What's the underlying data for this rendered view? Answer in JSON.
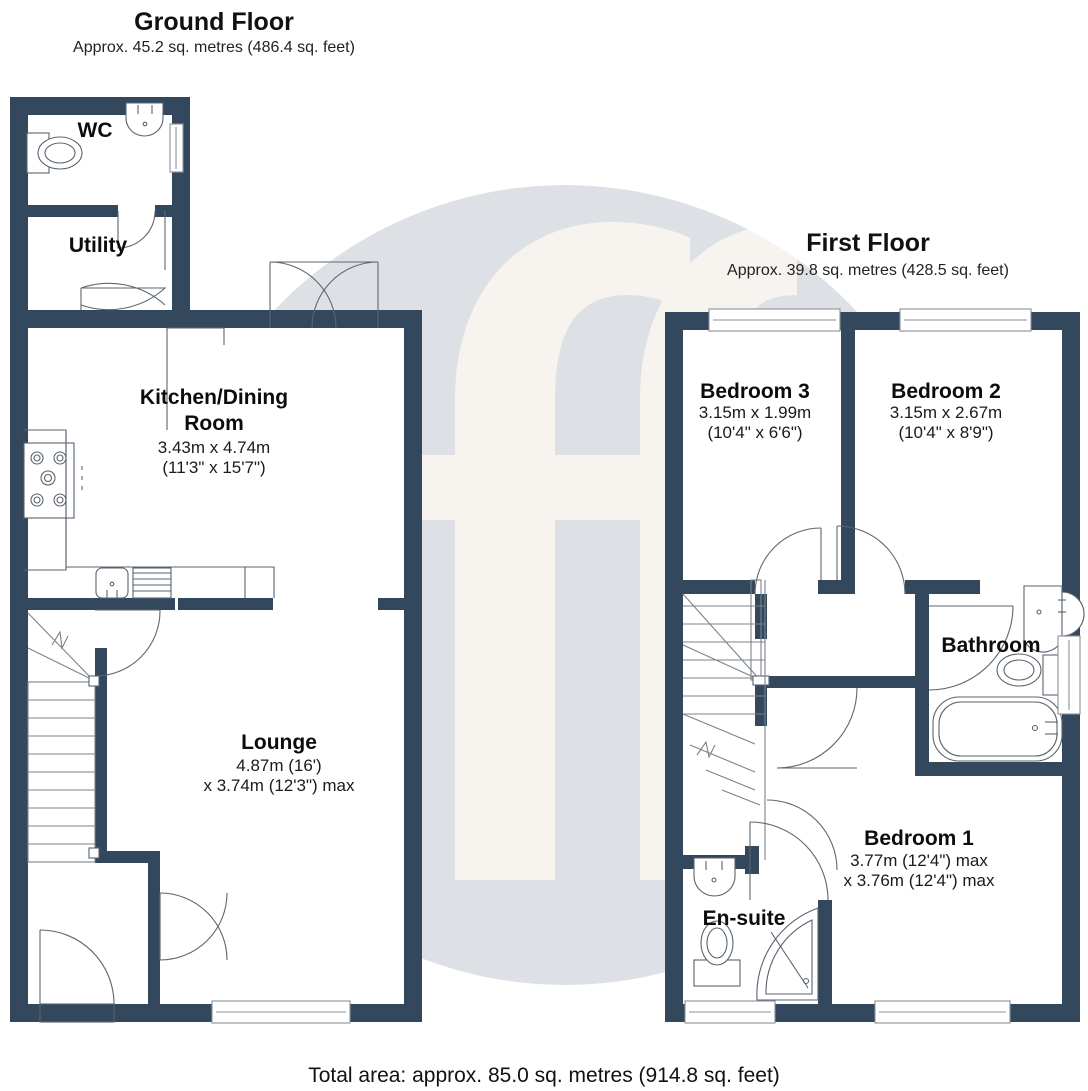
{
  "document": {
    "type": "floor-plan",
    "total_area_text": "Total area: approx. 85.0 sq. metres (914.8 sq. feet)"
  },
  "colors": {
    "wall": "#33485c",
    "room_fill": "#ffffff",
    "watermark_circle": "#dde1e5",
    "watermark_mark": "#f7f4ef",
    "fixture_stroke": "#59636e",
    "text": "#111111",
    "page_background": "#ffffff"
  },
  "floors": [
    {
      "id": "ground",
      "title": "Ground Floor",
      "area_text": "Approx. 45.2 sq. metres (486.4 sq. feet)",
      "rooms": [
        {
          "id": "wc",
          "name": "WC",
          "dim_metric": "",
          "dim_imperial": ""
        },
        {
          "id": "utility",
          "name": "Utility",
          "dim_metric": "",
          "dim_imperial": ""
        },
        {
          "id": "kitchen-dining",
          "name_line1": "Kitchen/Dining",
          "name_line2": "Room",
          "dim_metric": "3.43m x 4.74m",
          "dim_imperial": "(11'3\" x 15'7\")"
        },
        {
          "id": "lounge",
          "name": "Lounge",
          "dim_metric": "4.87m (16')",
          "dim_imperial": "x 3.74m (12'3\") max"
        }
      ]
    },
    {
      "id": "first",
      "title": "First Floor",
      "area_text": "Approx. 39.8 sq. metres (428.5 sq. feet)",
      "rooms": [
        {
          "id": "bedroom-3",
          "name": "Bedroom 3",
          "dim_metric": "3.15m x 1.99m",
          "dim_imperial": "(10'4\" x 6'6\")"
        },
        {
          "id": "bedroom-2",
          "name": "Bedroom 2",
          "dim_metric": "3.15m x 2.67m",
          "dim_imperial": "(10'4\" x 8'9\")"
        },
        {
          "id": "bathroom",
          "name": "Bathroom",
          "dim_metric": "",
          "dim_imperial": ""
        },
        {
          "id": "bedroom-1",
          "name": "Bedroom 1",
          "dim_metric": "3.77m (12'4\") max",
          "dim_imperial": "x 3.76m (12'4\") max"
        },
        {
          "id": "en-suite",
          "name": "En-suite",
          "dim_metric": "",
          "dim_imperial": ""
        }
      ]
    }
  ],
  "fixtures": {
    "ground": [
      "wc-toilet-icon",
      "wc-basin-icon",
      "kitchen-hob-icon",
      "kitchen-sink-icon",
      "staircase-icon"
    ],
    "first": [
      "bathroom-basin-icon",
      "bathroom-toilet-icon",
      "bathroom-bathtub-icon",
      "ensuite-toilet-icon",
      "ensuite-shower-icon",
      "ensuite-basin-icon",
      "staircase-icon"
    ]
  }
}
